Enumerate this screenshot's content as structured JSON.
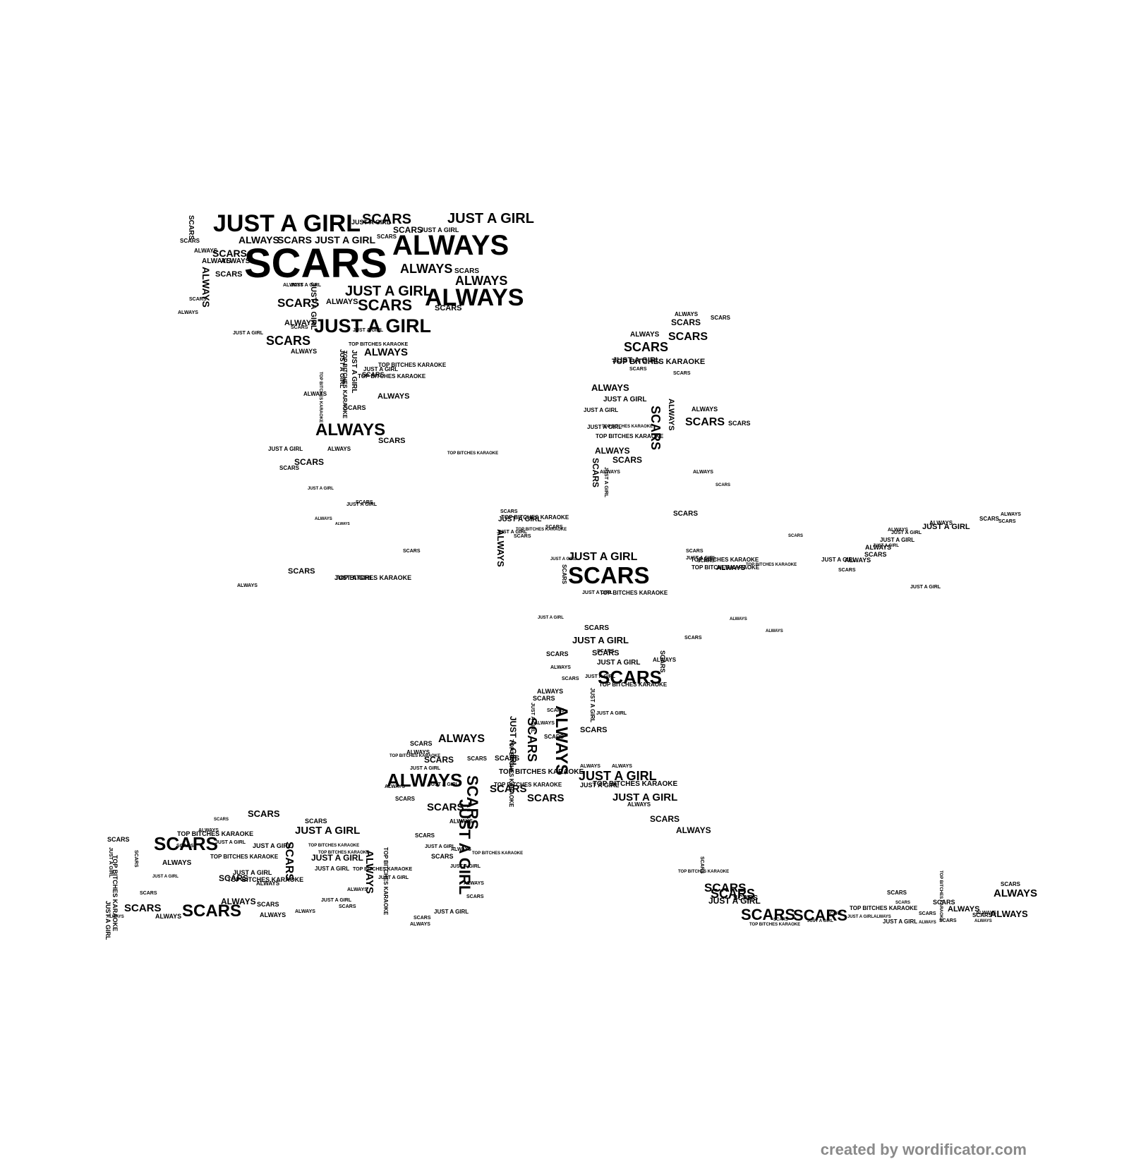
{
  "words": [
    "JUST A GIRL",
    "SCARS",
    "ALWAYS",
    "TOP BITCHES KARAOKE"
  ],
  "credit": "created by wordificator.com",
  "text_color": "#000000",
  "credit_color": "#8a8a8a",
  "background": "#ffffff"
}
